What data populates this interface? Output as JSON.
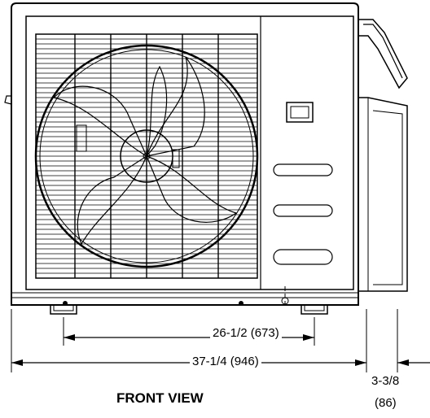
{
  "dimensions": {
    "inner_width": "26-1/2 (673)",
    "outer_width": "37-1/4 (946)",
    "side_depth_line1": "3-3/8",
    "side_depth_line2": "(86)"
  },
  "view_title": "FRONT VIEW"
}
